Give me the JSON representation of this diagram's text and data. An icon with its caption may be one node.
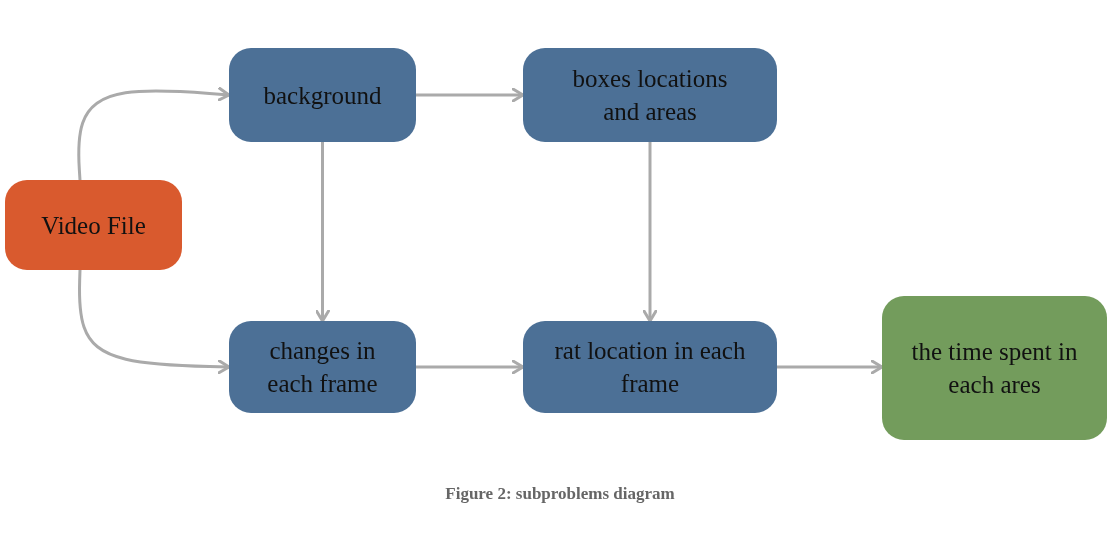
{
  "diagram": {
    "caption": "Figure 2: subproblems diagram",
    "nodes": [
      {
        "text": [
          "Video File"
        ]
      },
      {
        "text": [
          "background"
        ]
      },
      {
        "text": [
          "boxes locations and areas"
        ]
      },
      {
        "text": [
          "changes in each frame"
        ]
      },
      {
        "text": [
          "rat location in each frame"
        ]
      },
      {
        "text": [
          "the time spent in each ares"
        ]
      }
    ],
    "edges": [
      {
        "from": 0,
        "to": 1,
        "arrow": "to"
      },
      {
        "from": 0,
        "to": 3,
        "arrow": "to"
      },
      {
        "from": 1,
        "to": 2,
        "arrow": "to"
      },
      {
        "from": 1,
        "to": 3,
        "arrow": "to"
      },
      {
        "from": 2,
        "to": 4,
        "arrow": "to"
      },
      {
        "from": 3,
        "to": 4,
        "arrow": "to"
      },
      {
        "from": 4,
        "to": 5,
        "arrow": "to"
      }
    ]
  }
}
